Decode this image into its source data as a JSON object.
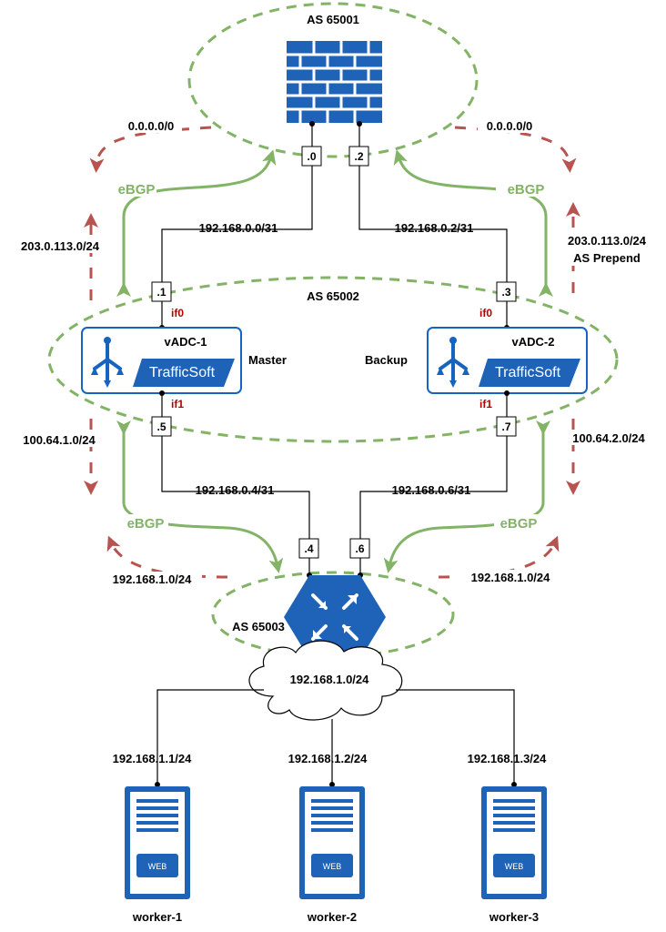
{
  "as": {
    "top": "AS 65001",
    "middle": "AS 65002",
    "bottom": "AS 65003"
  },
  "firewall": {
    "icon": "firewall-icon",
    "port_left": ".0",
    "port_right": ".2"
  },
  "links": {
    "fw_vadc1": "192.168.0.0/31",
    "fw_vadc2": "192.168.0.2/31",
    "vadc1_router": "192.168.0.4/31",
    "vadc2_router": "192.168.0.6/31"
  },
  "vadc1": {
    "name": "vADC-1",
    "brand": "TrafficSoft",
    "role": "Master",
    "if0": "if0",
    "if1": "if1",
    "port_top": ".1",
    "port_bottom": ".5"
  },
  "vadc2": {
    "name": "vADC-2",
    "brand": "TrafficSoft",
    "role": "Backup",
    "if0": "if0",
    "if1": "if1",
    "port_top": ".3",
    "port_bottom": ".7"
  },
  "router": {
    "icon": "router-icon",
    "port_left": ".4",
    "port_right": ".6"
  },
  "routes": {
    "default_left": "0.0.0.0/0",
    "default_right": "0.0.0.0/0",
    "adv_left": "203.0.113.0/24",
    "adv_right_1": "203.0.113.0/24",
    "adv_right_2": "AS Prepend",
    "internal_left": "100.64.1.0/24",
    "internal_right": "100.64.2.0/24",
    "lan_left": "192.168.1.0/24",
    "lan_right": "192.168.1.0/24"
  },
  "ebgp": {
    "upper_left": "eBGP",
    "upper_right": "eBGP",
    "lower_left": "eBGP",
    "lower_right": "eBGP"
  },
  "cloud": {
    "label": "192.168.1.0/24"
  },
  "workers": [
    {
      "name": "worker-1",
      "ip": "192.168.1.1/24",
      "badge": "WEB"
    },
    {
      "name": "worker-2",
      "ip": "192.168.1.2/24",
      "badge": "WEB"
    },
    {
      "name": "worker-3",
      "ip": "192.168.1.3/24",
      "badge": "WEB"
    }
  ],
  "colors": {
    "accent_blue": "#1565c0",
    "as_green": "#82b366",
    "route_red": "#b85450",
    "interface_red": "#b20000"
  }
}
